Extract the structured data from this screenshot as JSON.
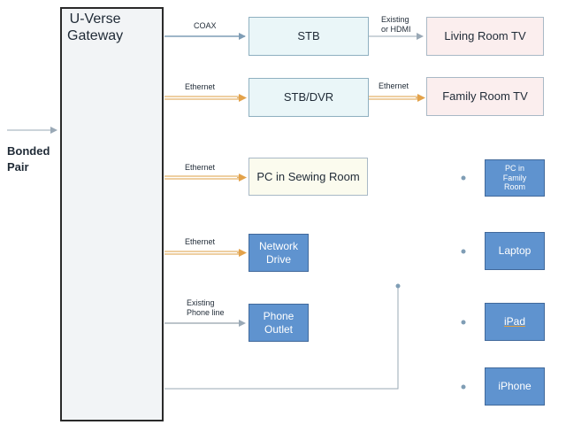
{
  "gateway": {
    "title_line1": "U-Verse",
    "title_line2": "Gateway"
  },
  "input": {
    "label_line1": "Bonded",
    "label_line2": "Pair"
  },
  "connections": {
    "coax": "COAX",
    "ethernet_dvr": "Ethernet",
    "ethernet_pc": "Ethernet",
    "ethernet_drive": "Ethernet",
    "phone_line1": "Existing",
    "phone_line2": "Phone line",
    "hdmi_line1": "Existing",
    "hdmi_line2": "or HDMI",
    "ethernet_tv": "Ethernet"
  },
  "nodes": {
    "stb": "STB",
    "stb_dvr": "STB/DVR",
    "living_room_tv": "Living Room TV",
    "family_room_tv": "Family Room TV",
    "pc_sewing": "PC in Sewing Room",
    "network_drive_line1": "Network",
    "network_drive_line2": "Drive",
    "phone_outlet_line1": "Phone",
    "phone_outlet_line2": "Outlet"
  },
  "wireless_devices": {
    "pc_family_line1": "PC in",
    "pc_family_line2": "Family",
    "pc_family_line3": "Room",
    "laptop": "Laptop",
    "ipad": "iPad",
    "iphone": "iPhone"
  },
  "colors": {
    "coax_line": "#7f9db5",
    "ethernet_line": "#e3b26a",
    "wire_line": "#9aa9b6",
    "device_fill": "#5f93cf"
  }
}
